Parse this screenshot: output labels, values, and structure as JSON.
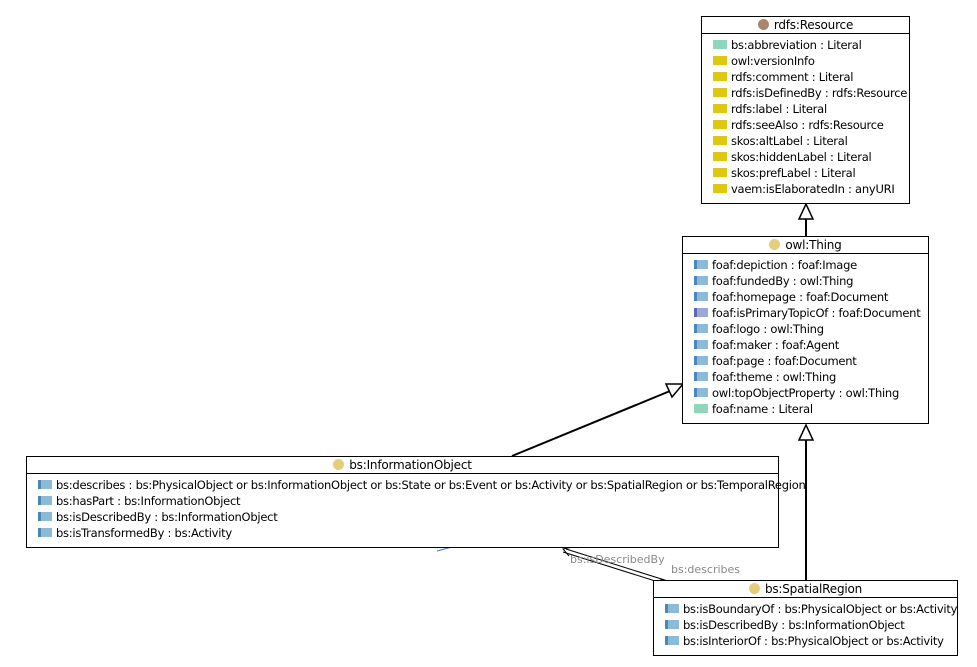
{
  "colors": {
    "object_property": "#8bbbd9",
    "inverse_property": "#9aa8d8",
    "data_property": "#8fd6bd",
    "annotation_property": "#e0c810",
    "rdfs_class_dot": "#a8876a",
    "owl_class_dot": "#e6cd7a"
  },
  "classes": {
    "rdfs_resource": {
      "title": "rdfs:Resource",
      "dot": "rdfs-class-icon",
      "properties": [
        {
          "icon": "data",
          "text": "bs:abbreviation : Literal"
        },
        {
          "icon": "annotation",
          "text": "owl:versionInfo"
        },
        {
          "icon": "annotation",
          "text": "rdfs:comment : Literal"
        },
        {
          "icon": "annotation",
          "text": "rdfs:isDefinedBy : rdfs:Resource"
        },
        {
          "icon": "annotation",
          "text": "rdfs:label : Literal"
        },
        {
          "icon": "annotation",
          "text": "rdfs:seeAlso : rdfs:Resource"
        },
        {
          "icon": "annotation",
          "text": "skos:altLabel : Literal"
        },
        {
          "icon": "annotation",
          "text": "skos:hiddenLabel : Literal"
        },
        {
          "icon": "annotation",
          "text": "skos:prefLabel : Literal"
        },
        {
          "icon": "annotation",
          "text": "vaem:isElaboratedIn : anyURI"
        }
      ]
    },
    "owl_thing": {
      "title": "owl:Thing",
      "dot": "owl-class-icon",
      "properties": [
        {
          "icon": "object",
          "text": "foaf:depiction : foaf:Image"
        },
        {
          "icon": "object",
          "text": "foaf:fundedBy : owl:Thing"
        },
        {
          "icon": "object",
          "text": "foaf:homepage : foaf:Document"
        },
        {
          "icon": "inverse",
          "text": "foaf:isPrimaryTopicOf : foaf:Document"
        },
        {
          "icon": "object",
          "text": "foaf:logo : owl:Thing"
        },
        {
          "icon": "object",
          "text": "foaf:maker : foaf:Agent"
        },
        {
          "icon": "object",
          "text": "foaf:page : foaf:Document"
        },
        {
          "icon": "object",
          "text": "foaf:theme : owl:Thing"
        },
        {
          "icon": "object",
          "text": "owl:topObjectProperty : owl:Thing"
        },
        {
          "icon": "data",
          "text": "foaf:name : Literal"
        }
      ]
    },
    "information_object": {
      "title": "bs:InformationObject",
      "dot": "owl-class-icon",
      "properties": [
        {
          "icon": "object",
          "text": "bs:describes : bs:PhysicalObject or bs:InformationObject or bs:State or bs:Event or bs:Activity or bs:SpatialRegion or bs:TemporalRegion"
        },
        {
          "icon": "object",
          "text": "bs:hasPart : bs:InformationObject"
        },
        {
          "icon": "object",
          "text": "bs:isDescribedBy : bs:InformationObject"
        },
        {
          "icon": "object",
          "text": "bs:isTransformedBy : bs:Activity"
        }
      ]
    },
    "spatial_region": {
      "title": "bs:SpatialRegion",
      "dot": "owl-class-icon",
      "properties": [
        {
          "icon": "object",
          "text": "bs:isBoundaryOf : bs:PhysicalObject or bs:Activity"
        },
        {
          "icon": "object",
          "text": "bs:isDescribedBy : bs:InformationObject"
        },
        {
          "icon": "object",
          "text": "bs:isInteriorOf : bs:PhysicalObject or bs:Activity"
        }
      ]
    }
  },
  "edge_labels": {
    "is_described_by": "bs:isDescribedBy",
    "describes": "bs:describes"
  }
}
